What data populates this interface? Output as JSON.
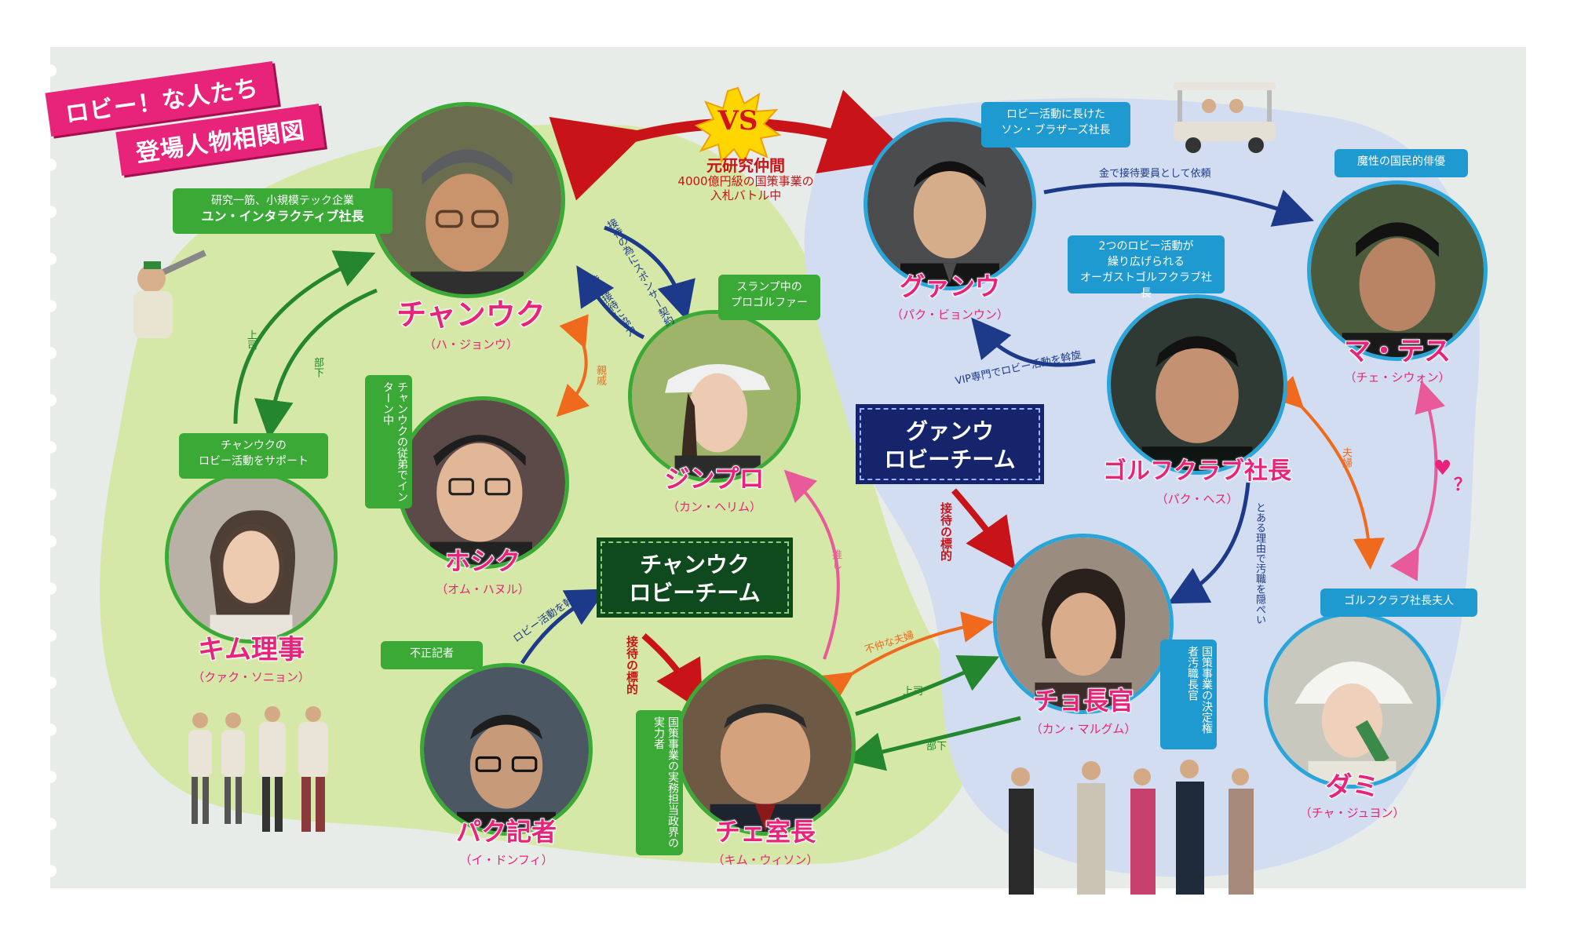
{
  "header": {
    "title_line1": "ロビー！な人たち",
    "title_line2": "登場人物相関図"
  },
  "rivalry": {
    "vs": "VS",
    "label": "元研究仲間",
    "sub1": "4000億円級の国策事業の",
    "sub2": "入札バトル中"
  },
  "teams": {
    "chang_line1": "チャンウク",
    "chang_line2": "ロビーチーム",
    "gwang_line1": "グァンウ",
    "gwang_line2": "ロビーチーム"
  },
  "characters": {
    "changwook": {
      "name": "チャンウク",
      "actor": "（ハ・ジョンウ）",
      "role_line1": "研究一筋、小規模テック企業",
      "role_line2": "ユン・インタラクティブ社長"
    },
    "kim": {
      "name": "キム理事",
      "actor": "（クァク・ソニョン）",
      "role_line1": "チャンウクの",
      "role_line2": "ロビー活動をサポート"
    },
    "hosik": {
      "name": "ホシク",
      "actor": "（オム・ハヌル）",
      "role": "チャンウクの従弟でインターン中"
    },
    "jinpro": {
      "name": "ジンプロ",
      "actor": "（カン・ヘリム）",
      "role_line1": "スランプ中の",
      "role_line2": "プロゴルファー"
    },
    "park": {
      "name": "パク記者",
      "actor": "（イ・ドンフィ）",
      "role": "不正記者"
    },
    "choi": {
      "name": "チェ室長",
      "actor": "（キム・ウィソン）",
      "role": "国策事業の実務担当政界の実力者"
    },
    "gwangwoo": {
      "name": "グァンウ",
      "actor": "（パク・ビョンウン）",
      "role_line1": "ロビー活動に長けた",
      "role_line2": "ソン・ブラザーズ社長"
    },
    "golf": {
      "name": "ゴルフクラブ社長",
      "actor": "（パク・ヘス）",
      "role_line1": "2つのロビー活動が",
      "role_line2": "繰り広げられる",
      "role_line3": "オーガストゴルフクラブ社長"
    },
    "matesu": {
      "name": "マ・テス",
      "actor": "（チェ・シウォン）",
      "role": "魔性の国民的俳優"
    },
    "cho": {
      "name": "チョ長官",
      "actor": "（カン・マルグム）",
      "role": "国策事業の決定権者汚職長官"
    },
    "dami": {
      "name": "ダミ",
      "actor": "（チャ・ジュヨン）",
      "role": "ゴルフクラブ社長夫人"
    }
  },
  "relations": {
    "sponsor": "接待の為にスポンサー契約",
    "reluctant": "渋々接待に協力",
    "cousin": "親戚",
    "boss": "上司",
    "sub": "部下",
    "lobby_mediate": "ロビー活動を斡旋",
    "target_left": "接待の標的",
    "oshi": "推し",
    "couple_bad": "不仲な夫婦",
    "boss2": "上司",
    "sub2": "部下",
    "money": "金で接待要員として依頼",
    "vip": "VIP専門でロビー活動を斡旋",
    "target_right": "接待の標的",
    "reason": "とある理由で汚職を隠ぺい",
    "couple": "夫婦",
    "heart": "？"
  },
  "colors": {
    "green_region": "#d6e8a8",
    "blue_region": "#d3ddf2",
    "pink": "#e8237a",
    "green": "#3aa935",
    "navy": "#1d3a8a",
    "orange": "#ef6a1c",
    "red": "#c81418",
    "sky": "#1e9ad0"
  }
}
